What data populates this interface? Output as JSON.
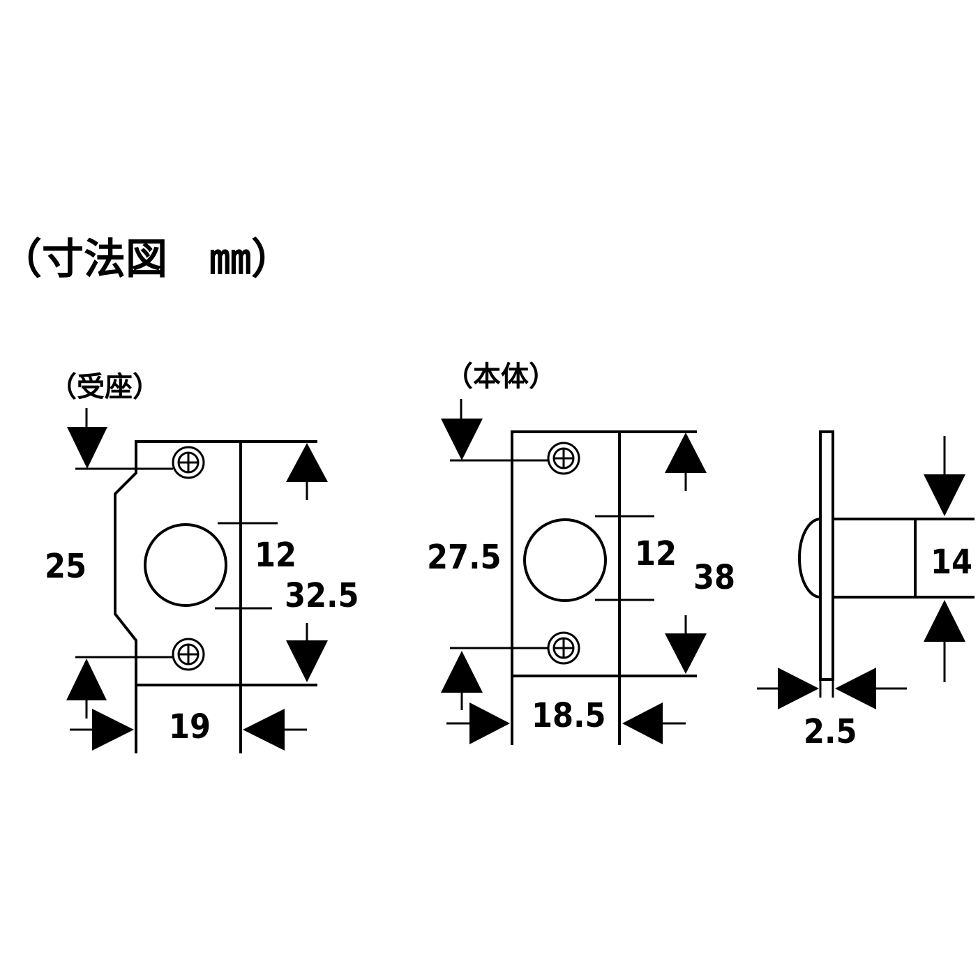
{
  "title": "（寸法図　㎜）",
  "views": {
    "strike": {
      "label": "（受座）",
      "dims": {
        "total_height": "25",
        "hole_span": "12",
        "plate_height": "32.5",
        "width": "19"
      }
    },
    "body": {
      "label": "（本体）",
      "dims": {
        "inner_height": "27.5",
        "hole_span": "12",
        "total_height": "38",
        "width": "18.5"
      }
    },
    "side": {
      "dims": {
        "cylinder_height": "14",
        "plate_thickness": "2.5"
      }
    }
  }
}
